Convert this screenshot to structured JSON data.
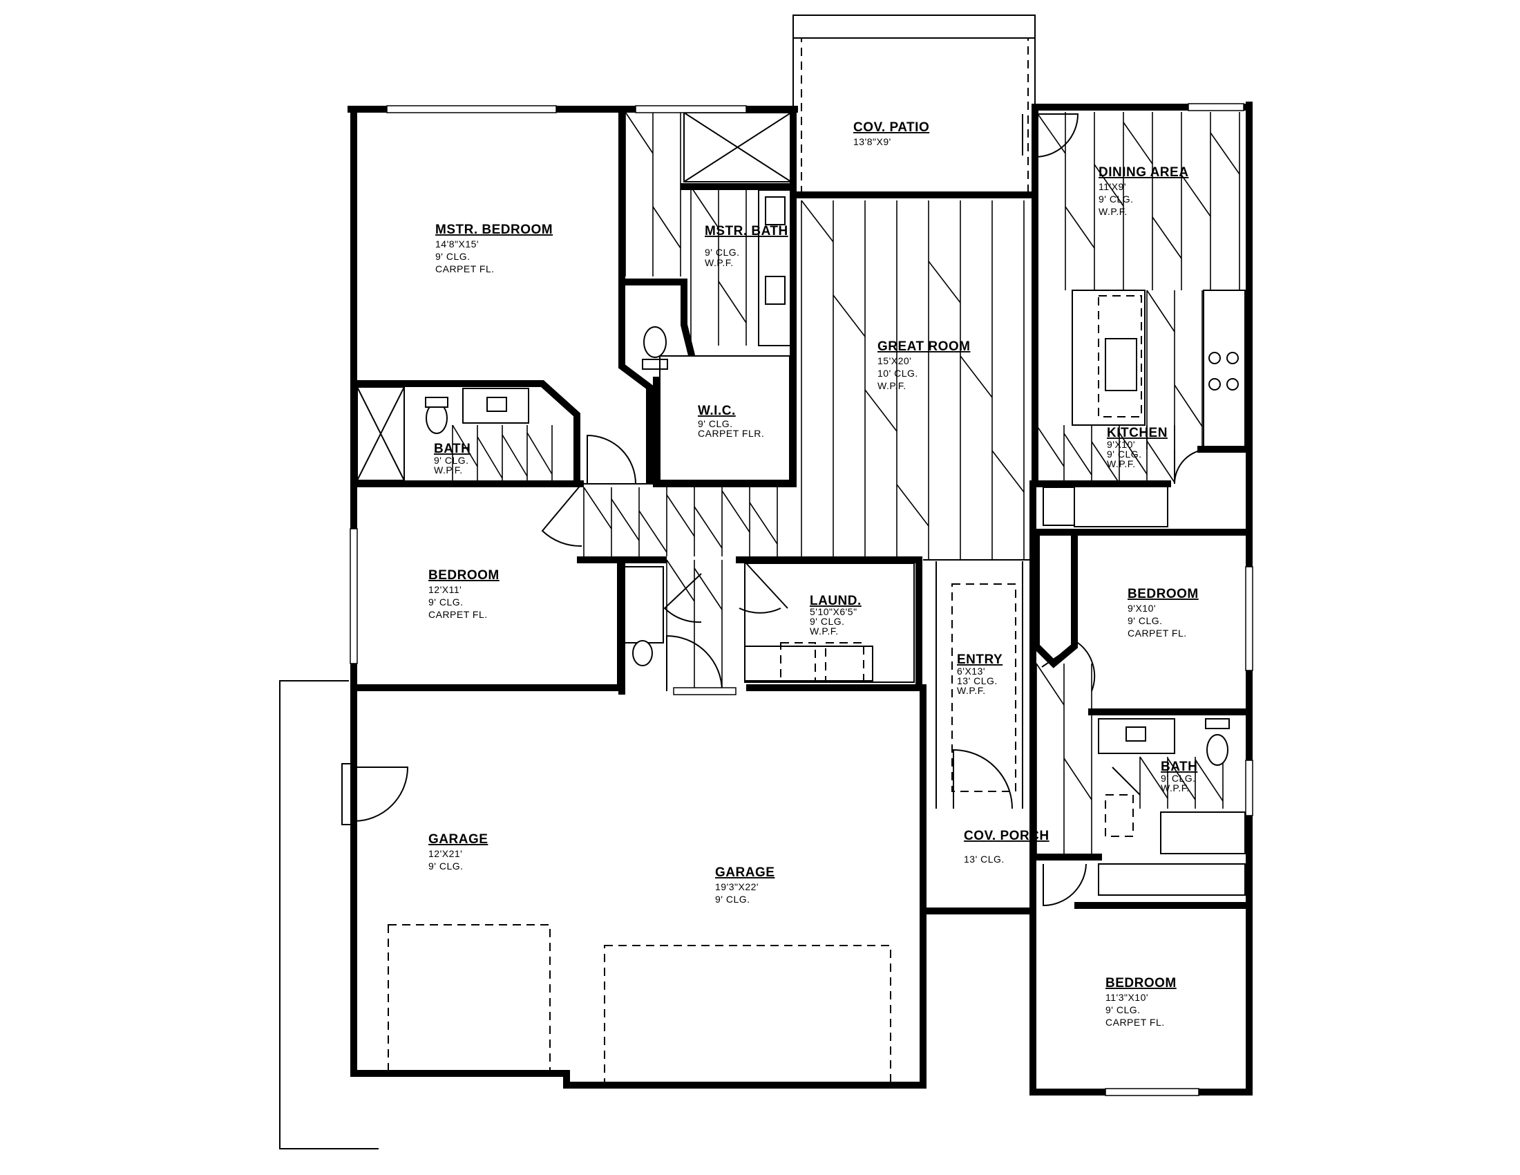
{
  "rooms": {
    "cov_patio": {
      "title": "COV. PATIO",
      "lines": [
        "13'8\"X9'"
      ]
    },
    "dining": {
      "title": "DINING AREA",
      "lines": [
        "11'X9'",
        "9' CLG.",
        "W.P.F."
      ]
    },
    "mstr_bedroom": {
      "title": "MSTR. BEDROOM",
      "lines": [
        "14'8\"X15'",
        "9' CLG.",
        "CARPET FL."
      ]
    },
    "mstr_bath": {
      "title": "MSTR. BATH",
      "lines": [
        "9' CLG.",
        "W.P.F."
      ]
    },
    "great_room": {
      "title": "GREAT ROOM",
      "lines": [
        "15'X20'",
        "10' CLG.",
        "W.P.F."
      ]
    },
    "wic": {
      "title": "W.I.C.",
      "lines": [
        "9' CLG.",
        "CARPET FLR."
      ]
    },
    "bath1": {
      "title": "BATH",
      "lines": [
        "9' CLG.",
        "W.P.F."
      ]
    },
    "kitchen": {
      "title": "KITCHEN",
      "lines": [
        "9'X10'",
        "9' CLG.",
        "W.P.F."
      ]
    },
    "bedroom2": {
      "title": "BEDROOM",
      "lines": [
        "12'X11'",
        "9' CLG.",
        "CARPET FL."
      ]
    },
    "laund": {
      "title": "LAUND.",
      "lines": [
        "5'10\"X6'5\"",
        "9' CLG.",
        "W.P.F."
      ]
    },
    "bedroom3": {
      "title": "BEDROOM",
      "lines": [
        "9'X10'",
        "9' CLG.",
        "CARPET FL."
      ]
    },
    "entry": {
      "title": "ENTRY",
      "lines": [
        "6'X13'",
        "13' CLG.",
        "W.P.F."
      ]
    },
    "bath2": {
      "title": "BATH",
      "lines": [
        "9' CLG.",
        "W.P.F."
      ]
    },
    "garage1": {
      "title": "GARAGE",
      "lines": [
        "12'X21'",
        "9' CLG."
      ]
    },
    "garage2": {
      "title": "GARAGE",
      "lines": [
        "19'3\"X22'",
        "9' CLG."
      ]
    },
    "cov_porch": {
      "title": "COV. PORCH",
      "lines": [
        "13' CLG."
      ]
    },
    "bedroom4": {
      "title": "BEDROOM",
      "lines": [
        "11'3\"X10'",
        "9' CLG.",
        "CARPET FL."
      ]
    }
  },
  "colors": {
    "ink": "#000000",
    "paper": "#ffffff"
  }
}
